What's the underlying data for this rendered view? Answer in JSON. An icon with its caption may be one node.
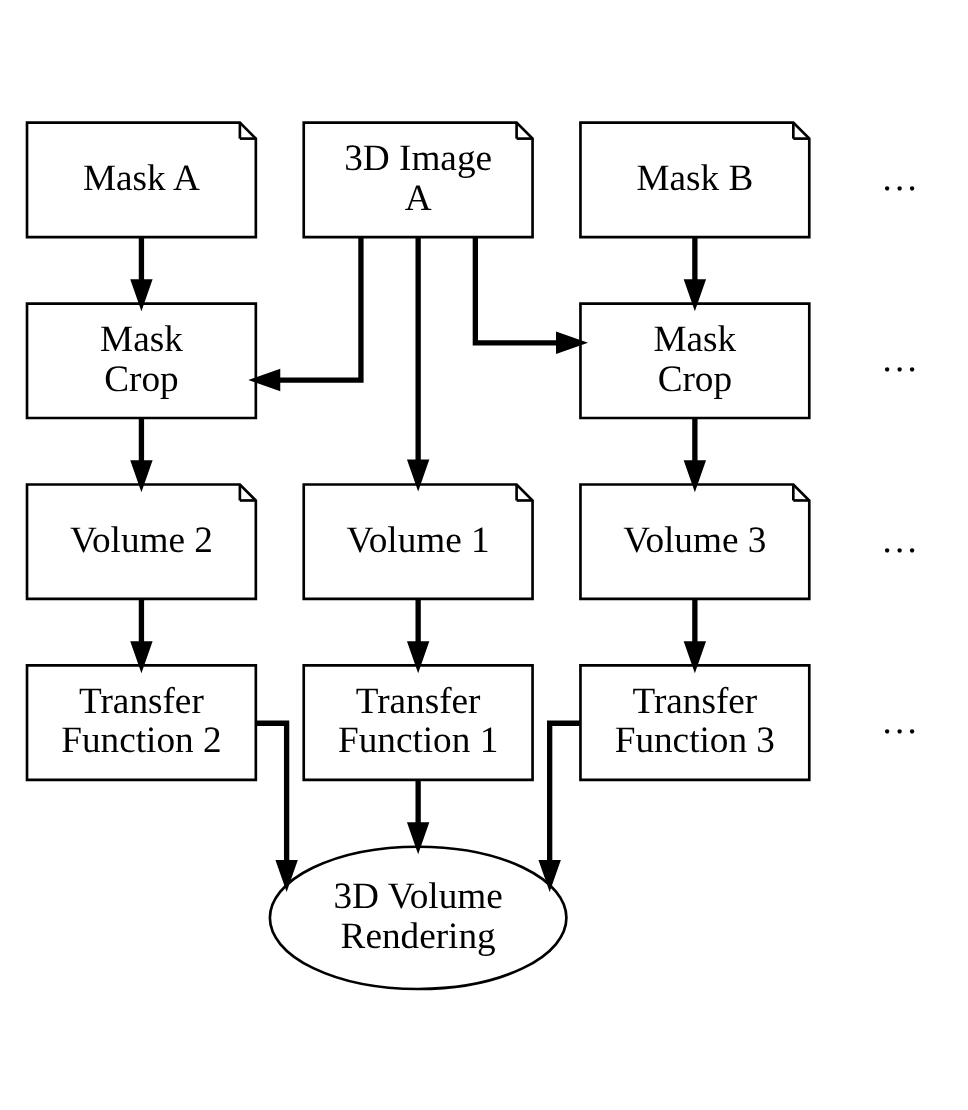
{
  "diagram": {
    "nodes": [
      {
        "text": [
          "Mask A"
        ]
      },
      {
        "text": [
          "Mask B"
        ]
      },
      {
        "text": [
          "3D Image A"
        ]
      },
      {
        "text": [
          "Mask Crop"
        ]
      },
      {
        "text": [
          "Mask Crop"
        ]
      },
      {
        "text": [
          "Volume 1"
        ]
      },
      {
        "text": [
          "Volume 2"
        ]
      },
      {
        "text": [
          "Volume 3"
        ]
      },
      {
        "text": [
          "Transfer Function 1"
        ]
      },
      {
        "text": [
          "Transfer Function 2"
        ]
      },
      {
        "text": [
          "Transfer Function 3"
        ]
      },
      {
        "text": [
          "3D Volume Rendering"
        ]
      }
    ],
    "edges": [
      {
        "from": 0,
        "to": 3,
        "arrow": "to"
      },
      {
        "from": 1,
        "to": 4,
        "arrow": "to"
      },
      {
        "from": 2,
        "to": 3,
        "arrow": "to"
      },
      {
        "from": 2,
        "to": 4,
        "arrow": "to"
      },
      {
        "from": 2,
        "to": 5,
        "arrow": "to"
      },
      {
        "from": 3,
        "to": 6,
        "arrow": "to"
      },
      {
        "from": 4,
        "to": 7,
        "arrow": "to"
      },
      {
        "from": 5,
        "to": 8,
        "arrow": "to"
      },
      {
        "from": 6,
        "to": 9,
        "arrow": "to"
      },
      {
        "from": 7,
        "to": 10,
        "arrow": "to"
      },
      {
        "from": 8,
        "to": 11,
        "arrow": "to"
      },
      {
        "from": 9,
        "to": 11,
        "arrow": "to"
      },
      {
        "from": 10,
        "to": 11,
        "arrow": "to"
      }
    ],
    "labels": [
      "…",
      "…",
      "…",
      "…"
    ]
  }
}
